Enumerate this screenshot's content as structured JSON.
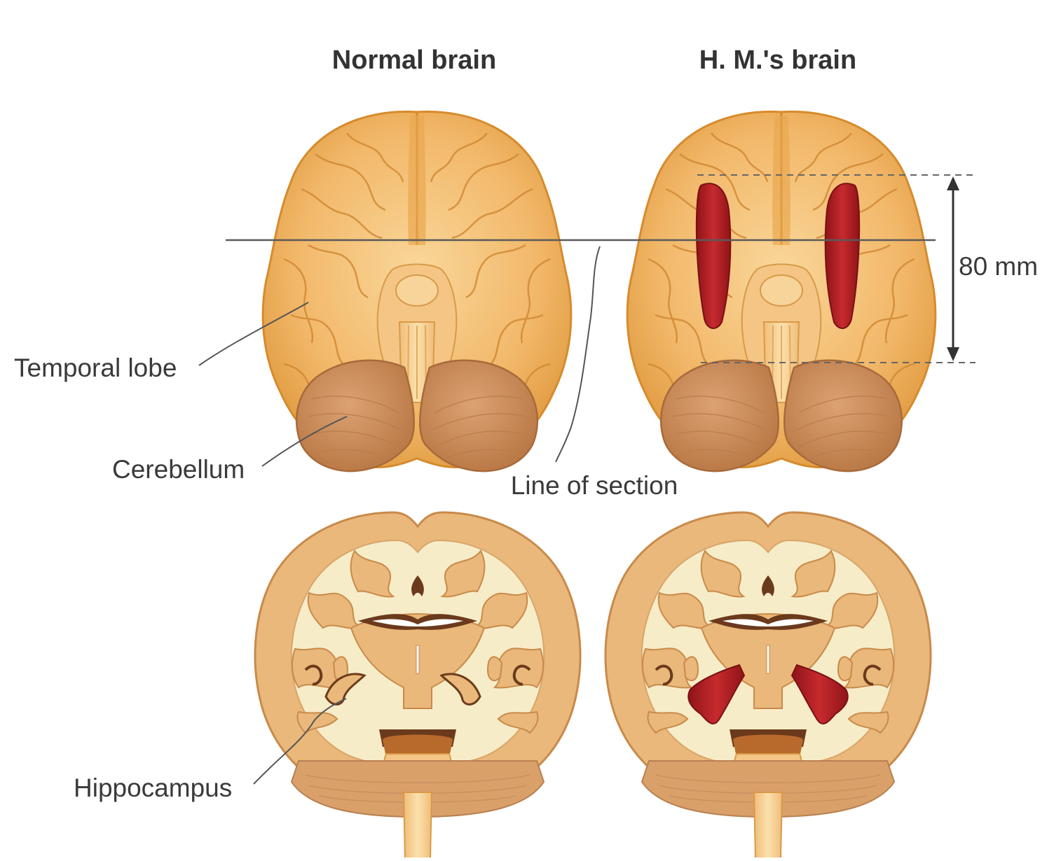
{
  "headings": {
    "normal": "Normal brain",
    "hm": "H. M.'s brain"
  },
  "labels": {
    "temporal_lobe": "Temporal lobe",
    "cerebellum": "Cerebellum",
    "line_of_section": "Line of section",
    "hippocampus": "Hippocampus",
    "measurement": "80 mm"
  },
  "colors": {
    "brain_surface": "#f0b060",
    "brain_highlight": "#f8cf8a",
    "brain_outline": "#d68b2c",
    "cerebellum": "#c98a57",
    "section_gray": "#e9b87a",
    "section_white": "#f7ecc8",
    "lesion": "#b51f24",
    "ventricle": "#6b3a1c"
  }
}
